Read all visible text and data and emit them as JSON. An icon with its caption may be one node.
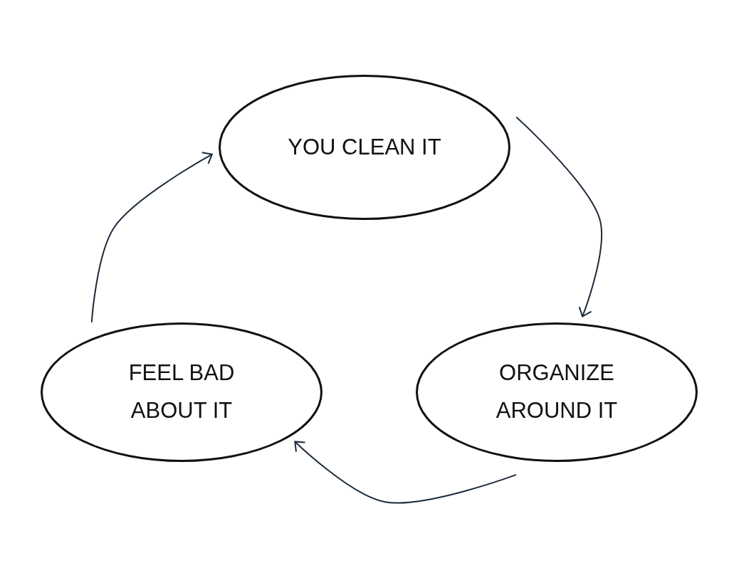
{
  "diagram": {
    "nodes": [
      {
        "text": [
          "YOU CLEAN IT"
        ]
      },
      {
        "text": [
          "ORGANIZE AROUND IT"
        ]
      },
      {
        "text": [
          "FEEL BAD ABOUT IT"
        ]
      }
    ],
    "edges": [
      {
        "from": 0,
        "to": 1,
        "arrow": "to"
      },
      {
        "from": 1,
        "to": 2,
        "arrow": "to"
      },
      {
        "from": 2,
        "to": 0,
        "arrow": "to"
      }
    ]
  }
}
